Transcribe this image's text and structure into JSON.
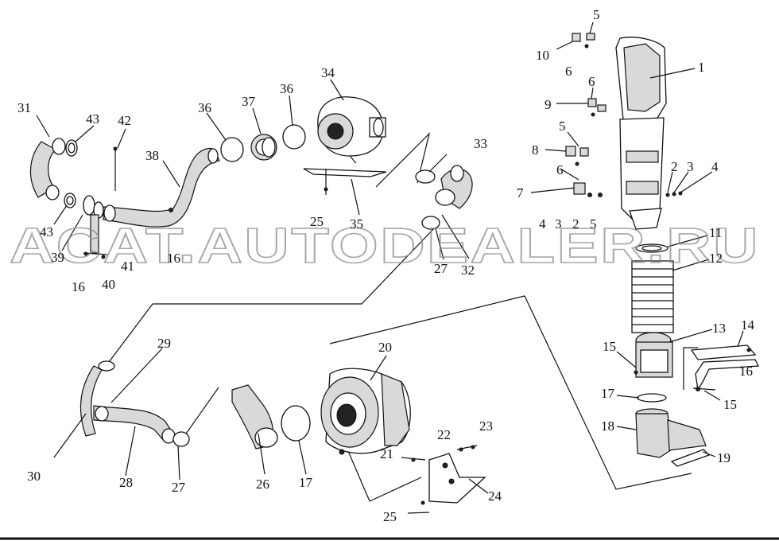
{
  "watermark": "ACAT.AUTODEALER.RU",
  "callouts": {
    "c1": "1",
    "c2a": "2",
    "c2b": "2",
    "c3a": "3",
    "c3b": "3",
    "c4a": "4",
    "c4b": "4",
    "c5a": "5",
    "c5b": "5",
    "c5c": "5",
    "c6a": "6",
    "c6b": "6",
    "c6c": "6",
    "c7": "7",
    "c8": "8",
    "c9": "9",
    "c10": "10",
    "c11": "11",
    "c12": "12",
    "c13": "13",
    "c14": "14",
    "c15a": "15",
    "c15b": "15",
    "c16a": "16",
    "c16b": "16",
    "c16c": "16",
    "c17a": "17",
    "c17b": "17",
    "c18": "18",
    "c19": "19",
    "c20": "20",
    "c21": "21",
    "c22": "22",
    "c23": "23",
    "c24": "24",
    "c25a": "25",
    "c25b": "25",
    "c26": "26",
    "c27a": "27",
    "c27b": "27",
    "c28": "28",
    "c29": "29",
    "c30": "30",
    "c31": "31",
    "c32": "32",
    "c33": "33",
    "c34": "34",
    "c35": "35",
    "c36a": "36",
    "c36b": "36",
    "c37": "37",
    "c38": "38",
    "c39": "39",
    "c40": "40",
    "c41": "41",
    "c42": "42",
    "c43a": "43",
    "c43b": "43"
  }
}
